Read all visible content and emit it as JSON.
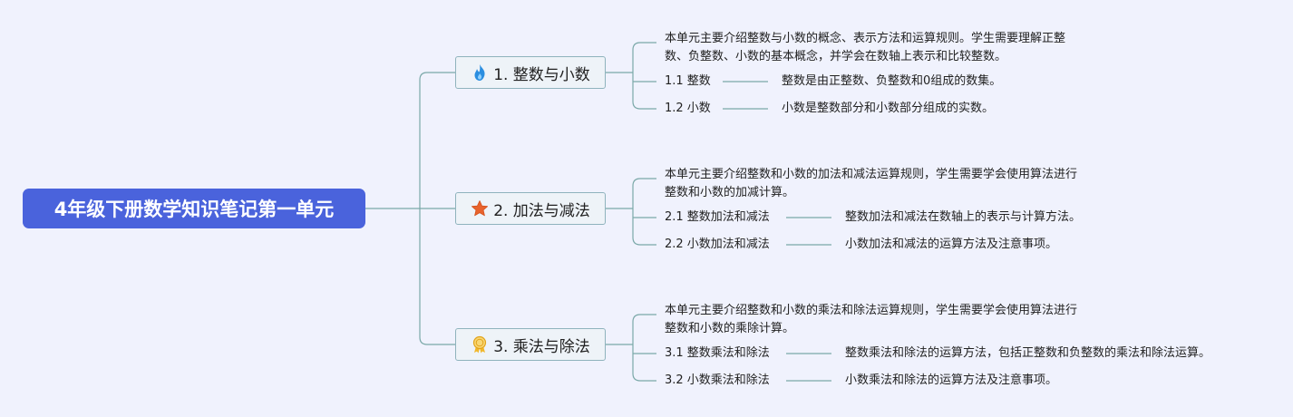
{
  "root": {
    "title": "4年级下册数学知识笔记第一单元"
  },
  "colors": {
    "root_bg": "#4a63dc",
    "background": "#f0f2fd",
    "connector": "#7aa8a8",
    "branch_border": "#8fb3bd"
  },
  "branches": [
    {
      "label": "1. 整数与小数",
      "icon": "fire-icon",
      "intro": [
        "本单元主要介绍整数与小数的概念、表示方法和运算规则。学生需要理解正整",
        "数、负整数、小数的基本概念，并学会在数轴上表示和比较整数。"
      ],
      "items": [
        {
          "label": "1.1 整数",
          "desc": "整数是由正整数、负整数和0组成的数集。"
        },
        {
          "label": "1.2 小数",
          "desc": "小数是整数部分和小数部分组成的实数。"
        }
      ]
    },
    {
      "label": "2. 加法与减法",
      "icon": "star-icon",
      "intro": [
        "本单元主要介绍整数和小数的加法和减法运算规则，学生需要学会使用算法进行",
        "整数和小数的加减计算。"
      ],
      "items": [
        {
          "label": "2.1 整数加法和减法",
          "desc": "整数加法和减法在数轴上的表示与计算方法。"
        },
        {
          "label": "2.2 小数加法和减法",
          "desc": "小数加法和减法的运算方法及注意事项。"
        }
      ]
    },
    {
      "label": "3. 乘法与除法",
      "icon": "medal-icon",
      "intro": [
        "本单元主要介绍整数和小数的乘法和除法运算规则，学生需要学会使用算法进行",
        "整数和小数的乘除计算。"
      ],
      "items": [
        {
          "label": "3.1 整数乘法和除法",
          "desc": "整数乘法和除法的运算方法，包括正整数和负整数的乘法和除法运算。"
        },
        {
          "label": "3.2 小数乘法和除法",
          "desc": "小数乘法和除法的运算方法及注意事项。"
        }
      ]
    }
  ]
}
